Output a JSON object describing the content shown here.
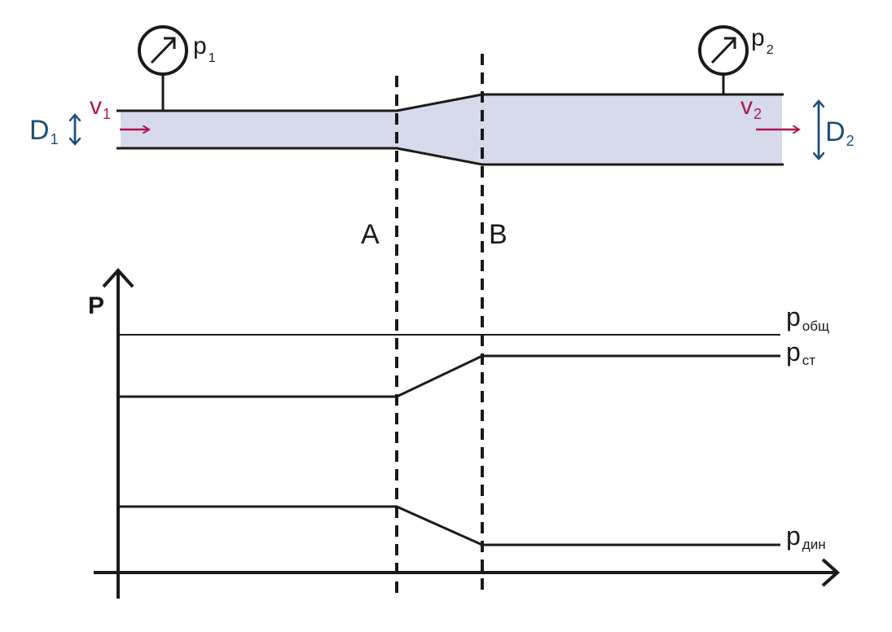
{
  "labels": {
    "p1": "p",
    "p1_sub": "1",
    "p2": "p",
    "p2_sub": "2",
    "v1": "v",
    "v1_sub": "1",
    "v2": "v",
    "v2_sub": "2",
    "d1": "D",
    "d1_sub": "1",
    "d2": "D",
    "d2_sub": "2",
    "section_a": "A",
    "section_b": "B",
    "axis_p": "P",
    "p_total": "p",
    "p_total_sub": "общ",
    "p_static": "p",
    "p_static_sub": "ст",
    "p_dynamic": "p",
    "p_dynamic_sub": "дин"
  },
  "colors": {
    "pipe_fill": "#d6daea",
    "line": "#1a1a1a",
    "flow_arrow": "#b0164e",
    "dimension": "#1f4e79"
  }
}
